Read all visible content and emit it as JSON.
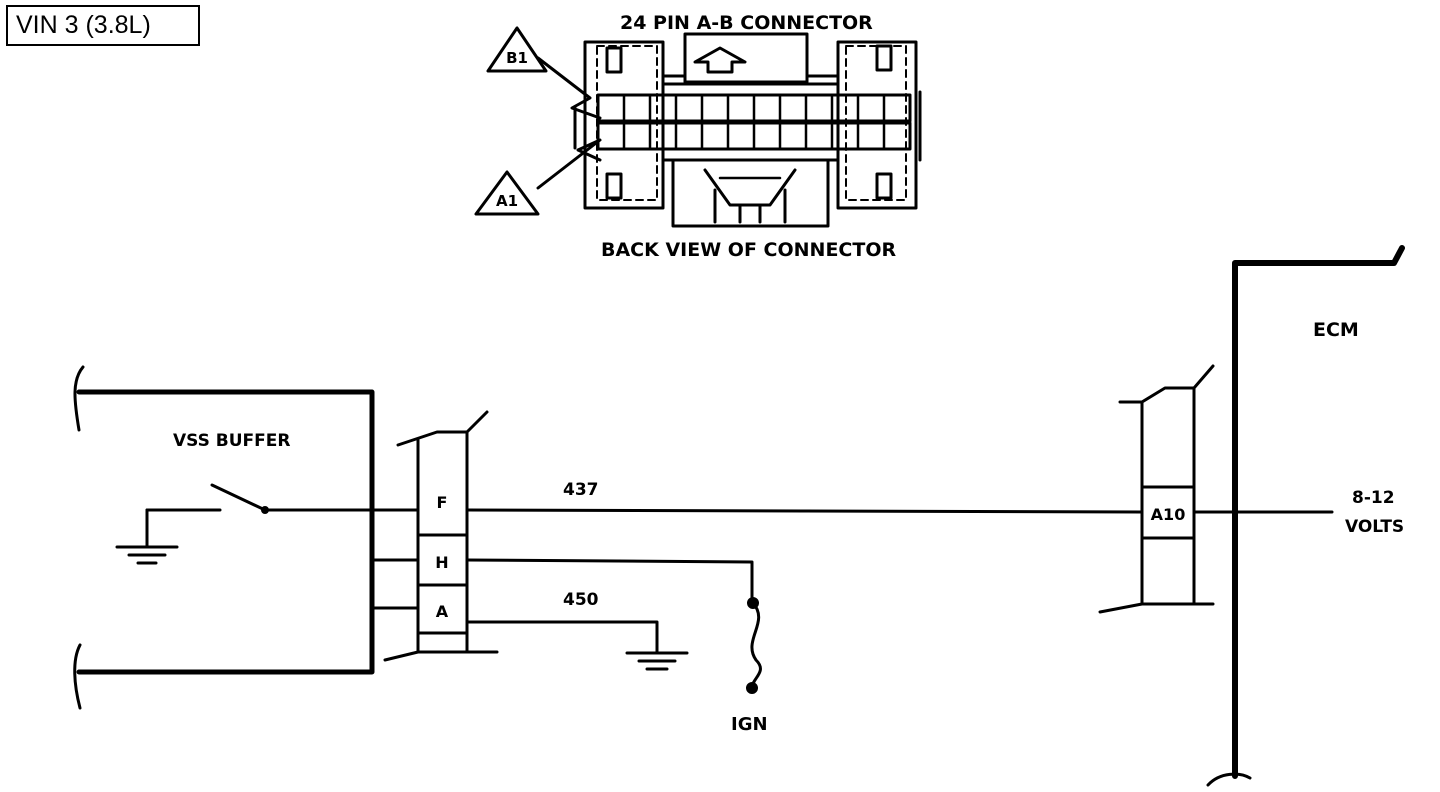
{
  "title": "VIN 3 (3.8L)",
  "connector": {
    "title": "24 PIN A-B  CONNECTOR",
    "caption": "BACK VIEW OF CONNECTOR",
    "callouts": [
      "B1",
      "A1"
    ]
  },
  "vss_buffer": {
    "label": "VSS BUFFER",
    "pins": [
      "F",
      "H",
      "A"
    ]
  },
  "wires": {
    "signal": "437",
    "ground": "450"
  },
  "ignition_label": "IGN",
  "ecm": {
    "label": "ECM",
    "pin": "A10",
    "voltage_line1": "8-12",
    "voltage_line2": "VOLTS"
  }
}
